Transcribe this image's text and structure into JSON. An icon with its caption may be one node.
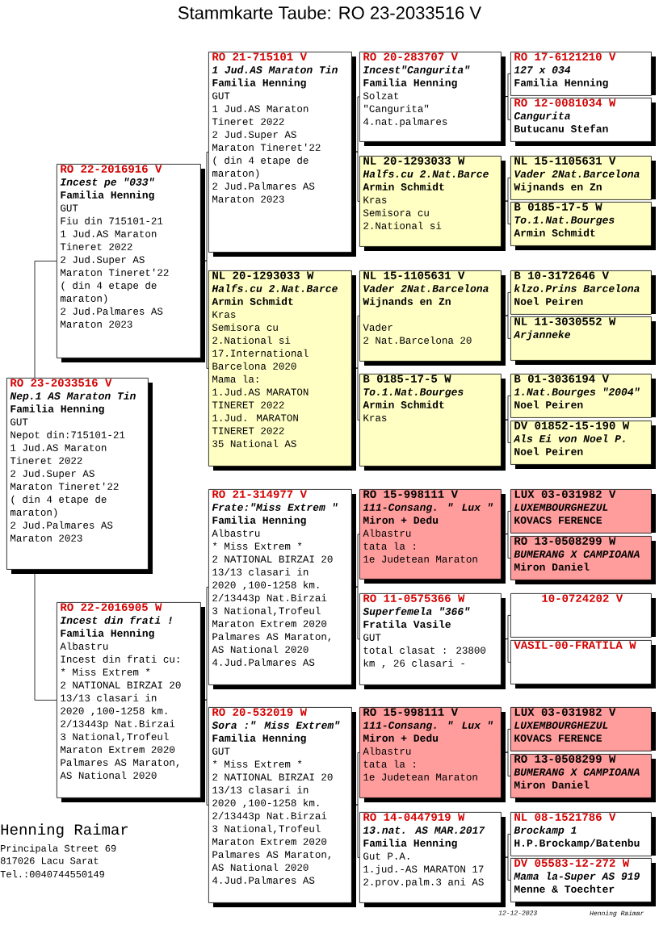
{
  "diagram": {
    "title": "Stammkarte Taube: RO 23-2033516 V",
    "nodes": [
      {
        "text": [
          "RO 23-2033516 V",
          "Nep.1 AS Maraton Tin",
          "Familia Henning",
          "GUT",
          "Nepot din:715101-21",
          "1 Jud.AS Maraton",
          "Tineret 2022",
          "2 Jud.Super AS",
          "Maraton Tineret'22",
          "( din 4 etape de",
          "maraton)",
          "2 Jud.Palmares AS",
          "Maraton 2023"
        ]
      },
      {
        "text": [
          "RO 22-2016916 V",
          "Incest pe \"033\"",
          "Familia Henning",
          "GUT",
          "Fiu din 715101-21",
          "1 Jud.AS Maraton",
          "Tineret 2022",
          "2 Jud.Super AS",
          "Maraton Tineret'22",
          "( din 4 etape de",
          "maraton)",
          "2 Jud.Palmares AS",
          "Maraton 2023"
        ]
      },
      {
        "text": [
          "RO 22-2016905 W",
          "Incest din frati !",
          "Familia Henning",
          "Albastru",
          "Incest din frati cu:",
          "* Miss Extrem *",
          "2 NATIONAL BIRZAI 20",
          "13/13 clasari in",
          "2020 ,100-1258 km.",
          "2/13443p Nat.Birzai",
          "3 National,Trofeul",
          "Maraton Extrem 2020",
          "Palmares AS Maraton,",
          "AS National 2020"
        ]
      },
      {
        "text": [
          "RO 21-715101 V",
          "1 Jud.AS Maraton Tin",
          "Familia Henning",
          "GUT",
          "1 Jud.AS Maraton",
          "Tineret 2022",
          "2 Jud.Super AS",
          "Maraton Tineret'22",
          "( din 4 etape de",
          "maraton)",
          "2 Jud.Palmares AS",
          "Maraton 2023"
        ]
      },
      {
        "text": [
          "NL 20-1293033 W",
          "Halfs.cu 2.Nat.Barce",
          "Armin Schmidt",
          "Kras",
          "Semisora cu",
          "2.National si",
          "17.International",
          "Barcelona 2020",
          "Mama la:",
          "1.Jud.AS MARATON",
          "TINERET 2022",
          "1.Jud. MARATON",
          "TINERET 2022",
          "35 National AS"
        ]
      },
      {
        "text": [
          "RO 21-314977 V",
          "Frate:\"Miss Extrem \"",
          "Familia Henning",
          "Albastru",
          "* Miss Extrem *",
          "2 NATIONAL BIRZAI 20",
          "13/13 clasari in",
          "2020 ,100-1258 km.",
          "2/13443p Nat.Birzai",
          "3 National,Trofeul",
          "Maraton Extrem 2020",
          "Palmares AS Maraton,",
          "AS National 2020",
          "4.Jud.Palmares AS"
        ]
      },
      {
        "text": [
          "RO 20-532019 W",
          "Sora :\" Miss Extrem\"",
          "Familia Henning",
          "GUT",
          "* Miss Extrem *",
          "2 NATIONAL BIRZAI 20",
          "13/13 clasari in",
          "2020 ,100-1258 km.",
          "2/13443p Nat.Birzai",
          "3 National,Trofeul",
          "Maraton Extrem 2020",
          "Palmares AS Maraton,",
          "AS National 2020",
          "4.Jud.Palmares AS"
        ]
      },
      {
        "text": [
          "RO 20-283707 V",
          "Incest\"Cangurita\"",
          "Familia Henning",
          "Solzat",
          "\"Cangurita\"",
          "4.nat.palmares"
        ]
      },
      {
        "text": [
          "NL 20-1293033 W",
          "Halfs.cu 2.Nat.Barce",
          "Armin Schmidt",
          "Kras",
          "Semisora cu",
          "2.National si"
        ]
      },
      {
        "text": [
          "NL 15-1105631 V",
          "Vader 2Nat.Barcelona",
          "Wijnands en Zn",
          "Vader",
          "2 Nat.Barcelona 20"
        ]
      },
      {
        "text": [
          "B 0185-17-5 W",
          "To.1.Nat.Bourges",
          "Armin Schmidt",
          "Kras"
        ]
      },
      {
        "text": [
          "RO 15-998111 V",
          "111-Consang. \" Lux \"",
          "Miron + Dedu",
          "Albastru",
          "tata la :",
          "1e Judetean Maraton"
        ]
      },
      {
        "text": [
          "RO 11-0575366 W",
          "Superfemela \"366\"",
          "Fratila Vasile",
          "GUT",
          "total clasat : 23800",
          "km , 26 clasari -"
        ]
      },
      {
        "text": [
          "RO 15-998111 V",
          "111-Consang. \" Lux \"",
          "Miron + Dedu",
          "Albastru",
          "tata la :",
          "1e Judetean Maraton"
        ]
      },
      {
        "text": [
          "RO 14-0447919 W",
          "13.nat. AS MAR.2017",
          "Familia Henning",
          "Gut P.A.",
          "1.jud.-AS MARATON 17",
          "2.prov.palm.3 ani AS"
        ]
      },
      {
        "text": [
          "RO 17-6121210 V",
          "127 x 034",
          "Familia Henning"
        ]
      },
      {
        "text": [
          "RO 12-0081034 W",
          "Cangurita",
          "Butucanu Stefan"
        ]
      },
      {
        "text": [
          "NL 15-1105631 V",
          "Vader 2Nat.Barcelona",
          "Wijnands en Zn"
        ]
      },
      {
        "text": [
          "B 0185-17-5 W",
          "To.1.Nat.Bourges",
          "Armin Schmidt"
        ]
      },
      {
        "text": [
          "B 10-3172646 V",
          "klzo.Prins Barcelona",
          "Noel Peiren"
        ]
      },
      {
        "text": [
          "NL 11-3030552 W",
          "Arjanneke"
        ]
      },
      {
        "text": [
          "B 01-3036194 V",
          "1.Nat.Bourges \"2004\"",
          "Noel Peiren"
        ]
      },
      {
        "text": [
          "DV 01852-15-190 W",
          "Als Ei von Noel P.",
          "Noel Peiren"
        ]
      },
      {
        "text": [
          "LUX 03-031982 V",
          "LUXEMBOURGHEZUL",
          "KOVACS FERENCE"
        ]
      },
      {
        "text": [
          "RO 13-0508299 W",
          "BUMERANG X CAMPIOANA",
          "Miron Daniel"
        ]
      },
      {
        "text": [
          "10-0724202 V"
        ]
      },
      {
        "text": [
          "VASIL-00-FRATILA W"
        ]
      },
      {
        "text": [
          "LUX 03-031982 V",
          "LUXEMBOURGHEZUL",
          "KOVACS FERENCE"
        ]
      },
      {
        "text": [
          "RO 13-0508299 W",
          "BUMERANG X CAMPIOANA",
          "Miron Daniel"
        ]
      },
      {
        "text": [
          "NL 08-1521786 V",
          "Brockamp 1",
          "H.P.Brockamp/Batenbu"
        ]
      },
      {
        "text": [
          "DV 05583-12-272 W",
          "Mama la-Super AS 919",
          "Menne & Toechter"
        ]
      }
    ],
    "edges": [
      {
        "from": 0,
        "to": 1,
        "arrow": "none"
      },
      {
        "from": 0,
        "to": 2,
        "arrow": "none"
      },
      {
        "from": 1,
        "to": 3,
        "arrow": "none"
      },
      {
        "from": 1,
        "to": 4,
        "arrow": "none"
      },
      {
        "from": 2,
        "to": 5,
        "arrow": "none"
      },
      {
        "from": 2,
        "to": 6,
        "arrow": "none"
      },
      {
        "from": 3,
        "to": 7,
        "arrow": "none"
      },
      {
        "from": 3,
        "to": 8,
        "arrow": "none"
      },
      {
        "from": 4,
        "to": 9,
        "arrow": "none"
      },
      {
        "from": 4,
        "to": 10,
        "arrow": "none"
      },
      {
        "from": 5,
        "to": 11,
        "arrow": "none"
      },
      {
        "from": 5,
        "to": 12,
        "arrow": "none"
      },
      {
        "from": 6,
        "to": 13,
        "arrow": "none"
      },
      {
        "from": 6,
        "to": 14,
        "arrow": "none"
      },
      {
        "from": 7,
        "to": 15,
        "arrow": "none"
      },
      {
        "from": 7,
        "to": 16,
        "arrow": "none"
      },
      {
        "from": 8,
        "to": 17,
        "arrow": "none"
      },
      {
        "from": 8,
        "to": 18,
        "arrow": "none"
      },
      {
        "from": 9,
        "to": 19,
        "arrow": "none"
      },
      {
        "from": 9,
        "to": 20,
        "arrow": "none"
      },
      {
        "from": 10,
        "to": 21,
        "arrow": "none"
      },
      {
        "from": 10,
        "to": 22,
        "arrow": "none"
      },
      {
        "from": 11,
        "to": 23,
        "arrow": "none"
      },
      {
        "from": 11,
        "to": 24,
        "arrow": "none"
      },
      {
        "from": 12,
        "to": 25,
        "arrow": "none"
      },
      {
        "from": 12,
        "to": 26,
        "arrow": "none"
      },
      {
        "from": 13,
        "to": 27,
        "arrow": "none"
      },
      {
        "from": 13,
        "to": 28,
        "arrow": "none"
      },
      {
        "from": 14,
        "to": 29,
        "arrow": "none"
      },
      {
        "from": 14,
        "to": 30,
        "arrow": "none"
      }
    ],
    "labels": [
      "Henning Raimar",
      "Principala Street 69",
      "817026 Lacu Sarat",
      "Tel.:0040744550149",
      "12-12-2023",
      "Henning Raimar"
    ]
  }
}
